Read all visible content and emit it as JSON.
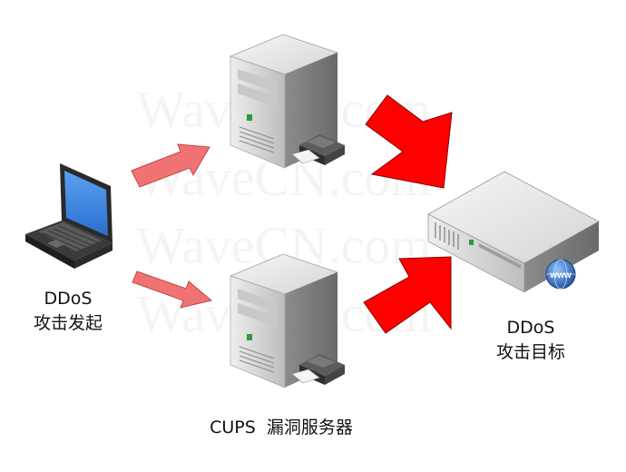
{
  "watermark": "WaveCN.com",
  "attacker": {
    "line1": "DDoS",
    "line2": "攻击发起"
  },
  "target": {
    "line1": "DDoS",
    "line2": "攻击目标",
    "badge_text": "www"
  },
  "cups_servers": {
    "label": "CUPS  漏洞服务器"
  },
  "colors": {
    "small_arrow": "#f07272",
    "large_arrow": "#ff0000",
    "server_body": "#dcdcdc",
    "laptop_screen": "#3b82e6",
    "globe": "#2f6fc2"
  },
  "icons": [
    "laptop-icon",
    "server-tower-icon",
    "printer-icon",
    "rack-server-icon",
    "globe-icon"
  ]
}
